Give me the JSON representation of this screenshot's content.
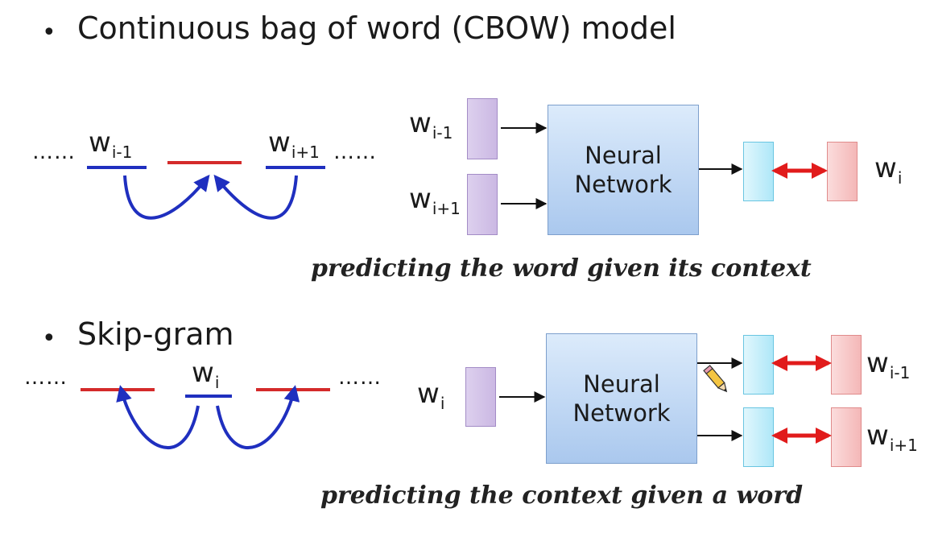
{
  "cbow": {
    "title": "Continuous bag of word (CBOW) model",
    "caption": "predicting the word given its context",
    "dots": "……",
    "w_prev": {
      "base": "w",
      "sub": "i-1"
    },
    "w_next": {
      "base": "w",
      "sub": "i+1"
    },
    "w_target": {
      "base": "w",
      "sub": "i"
    },
    "nn_line1": "Neural",
    "nn_line2": "Network"
  },
  "skipgram": {
    "title": "Skip-gram",
    "caption": "predicting the context given a word",
    "dots": "……",
    "w_center": {
      "base": "w",
      "sub": "i"
    },
    "w_prev": {
      "base": "w",
      "sub": "i-1"
    },
    "w_next": {
      "base": "w",
      "sub": "i+1"
    },
    "nn_line1": "Neural",
    "nn_line2": "Network"
  },
  "bullet": "•",
  "colors": {
    "blue_line": "#1f2fbf",
    "red_line": "#d42a2a",
    "arrow_red": "#e11b1b"
  },
  "cursor_icon": "pencil-cursor-icon"
}
